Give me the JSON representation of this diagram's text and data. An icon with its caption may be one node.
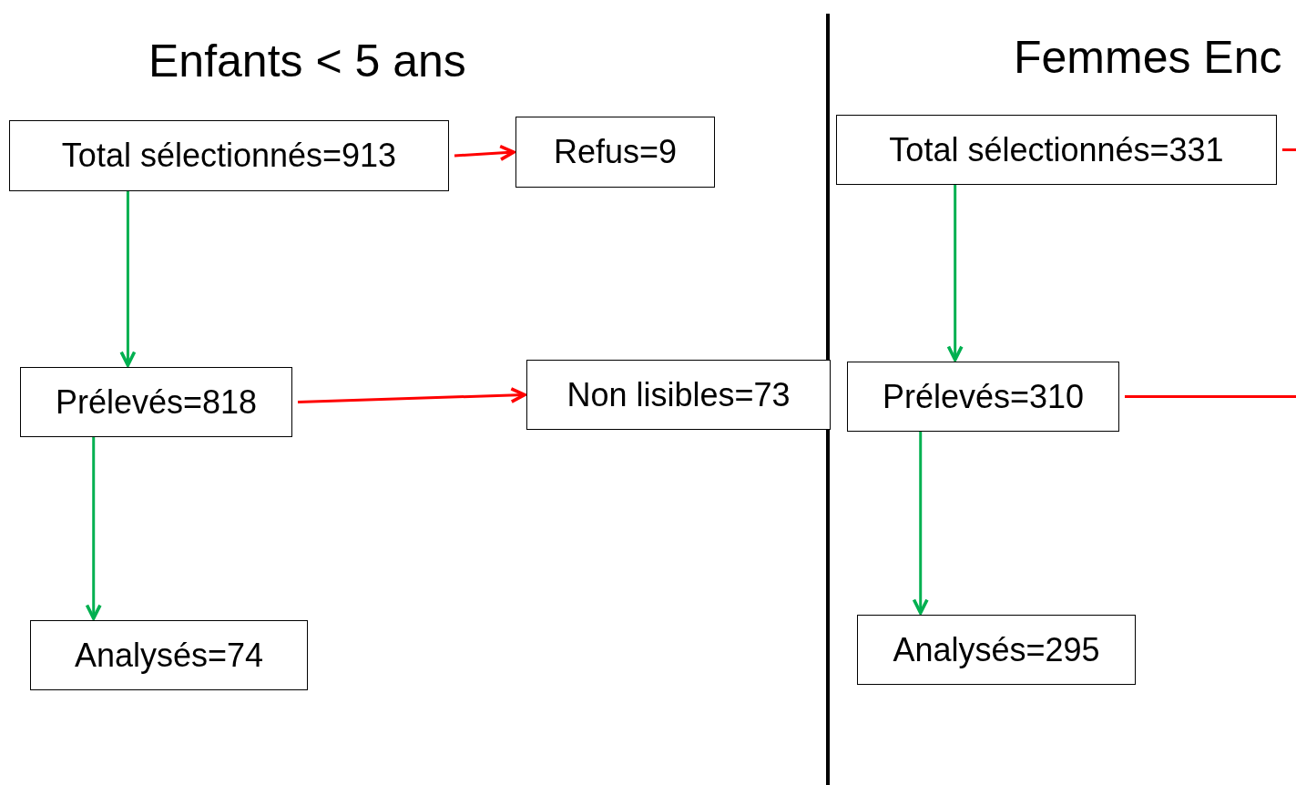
{
  "diagram": {
    "nodes": [
      {
        "text": [
          "Total sélectionnés=913"
        ]
      },
      {
        "text": [
          "Refus=9"
        ]
      },
      {
        "text": [
          "Prélevés=818"
        ]
      },
      {
        "text": [
          "Non lisibles=73"
        ]
      },
      {
        "text": [
          "Analysés=74"
        ]
      },
      {
        "text": [
          "Total sélectionnés=331"
        ]
      },
      {
        "text": [
          "Prélevés=310"
        ]
      },
      {
        "text": [
          "Analysés=295"
        ]
      }
    ],
    "edges": [
      {
        "from": 0,
        "to": 1,
        "arrow": "to",
        "color": "#ff0000"
      },
      {
        "from": 0,
        "to": 2,
        "arrow": "to",
        "color": "#00b050"
      },
      {
        "from": 2,
        "to": 3,
        "arrow": "to",
        "color": "#ff0000"
      },
      {
        "from": 2,
        "to": 4,
        "arrow": "to",
        "color": "#00b050"
      },
      {
        "from": 5,
        "to": null,
        "arrow": "none",
        "color": "#ff0000"
      },
      {
        "from": 5,
        "to": 6,
        "arrow": "to",
        "color": "#00b050"
      },
      {
        "from": 6,
        "to": null,
        "arrow": "none",
        "color": "#ff0000"
      },
      {
        "from": 6,
        "to": 7,
        "arrow": "to",
        "color": "#00b050"
      }
    ],
    "labels": [
      "Enfants < 5 ans",
      "Femmes Enc"
    ]
  }
}
